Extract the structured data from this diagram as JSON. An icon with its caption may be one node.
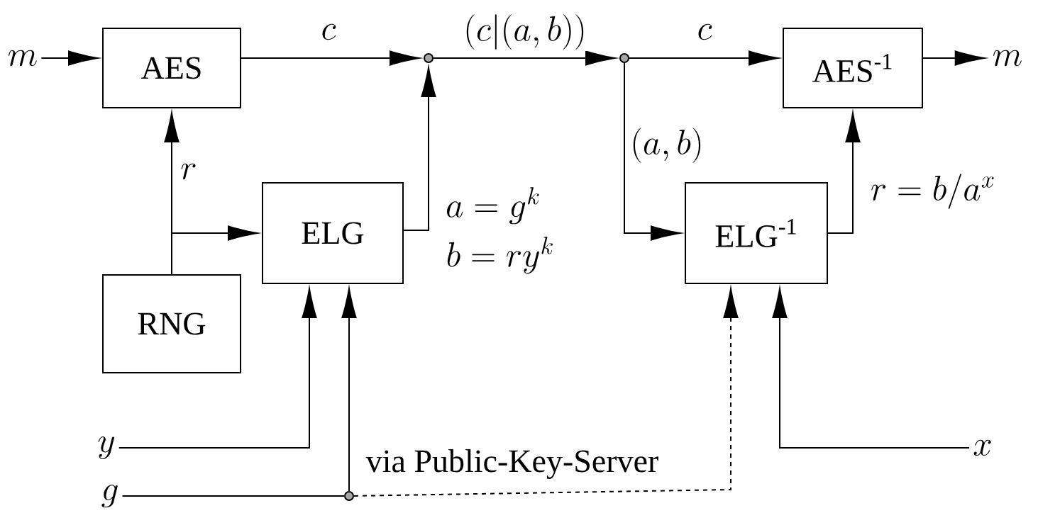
{
  "diagram": {
    "nodes": [
      {
        "text": [
          "m"
        ]
      },
      {
        "text": [
          "AES"
        ]
      },
      {
        "text": [],
        "shape": "circle"
      },
      {
        "text": [],
        "shape": "circle"
      },
      {
        "text": [
          "AES$^{-1}$"
        ]
      },
      {
        "text": [
          "m"
        ]
      },
      {
        "text": [
          "ELG"
        ]
      },
      {
        "text": [
          "RNG"
        ]
      },
      {
        "text": [
          "ELG$^{-1}$"
        ]
      },
      {
        "text": [
          "y"
        ]
      },
      {
        "text": [
          "g"
        ]
      },
      {
        "text": [],
        "shape": "circle"
      },
      {
        "text": [
          "x"
        ]
      }
    ],
    "edges": [
      {
        "from": 0,
        "to": 1,
        "arrow": "to"
      },
      {
        "from": 1,
        "to": 2,
        "arrow": "to",
        "label": "c"
      },
      {
        "from": 6,
        "to": 2,
        "arrow": "to"
      },
      {
        "from": 2,
        "to": 3,
        "arrow": "to",
        "label": "(c|(a,b))"
      },
      {
        "from": 3,
        "to": 4,
        "arrow": "to",
        "label": "c"
      },
      {
        "from": 3,
        "to": 8,
        "arrow": "to",
        "label": "(a,b)"
      },
      {
        "from": 8,
        "to": 4,
        "arrow": "to",
        "label": "r = b/a^x"
      },
      {
        "from": 4,
        "to": 5,
        "arrow": "to"
      },
      {
        "from": 7,
        "to": 1,
        "arrow": "to",
        "label": "r"
      },
      {
        "from": 7,
        "to": 6,
        "arrow": "to"
      },
      {
        "from": 9,
        "to": 6,
        "arrow": "to"
      },
      {
        "from": 10,
        "to": 11,
        "arrow": "none"
      },
      {
        "from": 11,
        "to": 6,
        "arrow": "to"
      },
      {
        "from": 11,
        "to": 8,
        "arrow": "to",
        "style": "dashed",
        "label": "via Public-Key-Server"
      },
      {
        "from": 12,
        "to": 8,
        "arrow": "to"
      }
    ],
    "labels": [
      "a = g^k",
      "b = ry^k"
    ]
  }
}
